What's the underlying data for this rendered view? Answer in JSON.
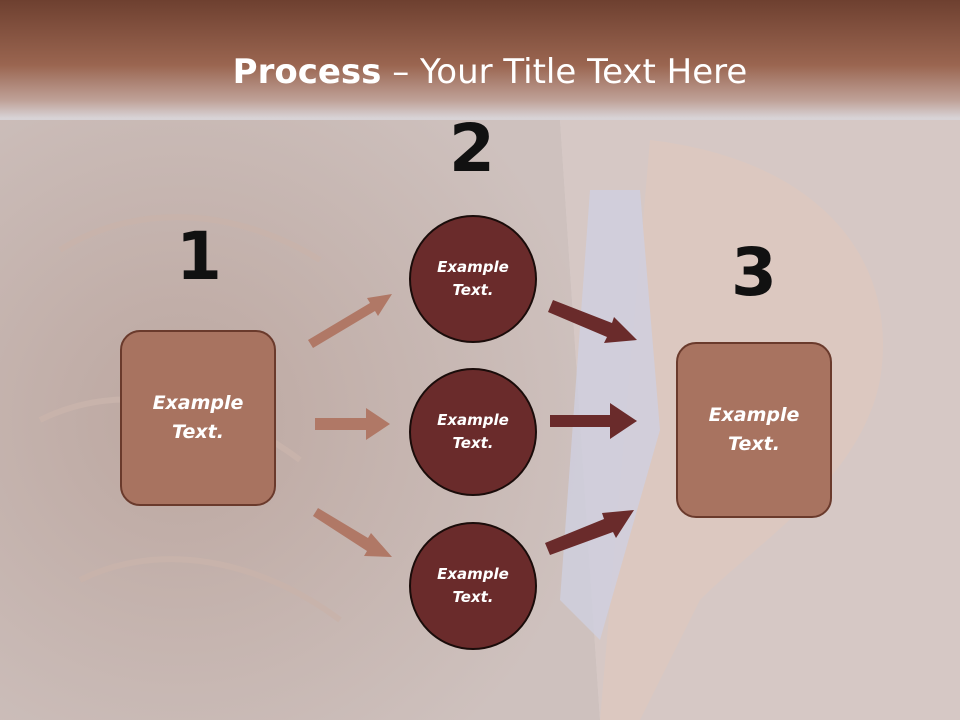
{
  "title": {
    "bold": "Process",
    "separator": " – ",
    "rest": "Your Title Text Here"
  },
  "steps": [
    {
      "number": "1",
      "box_line1": "Example",
      "box_line2": "Text."
    },
    {
      "number": "2"
    },
    {
      "number": "3",
      "box_line1": "Example",
      "box_line2": "Text."
    }
  ],
  "circles": [
    {
      "line1": "Example",
      "line2": "Text."
    },
    {
      "line1": "Example",
      "line2": "Text."
    },
    {
      "line1": "Example",
      "line2": "Text."
    }
  ],
  "colors": {
    "title_bar": "#8a5340",
    "box_fill": "#a87360",
    "circle_fill": "#6a2b2b",
    "arrow_light": "#b07866",
    "arrow_dark": "#6a2b2b"
  }
}
